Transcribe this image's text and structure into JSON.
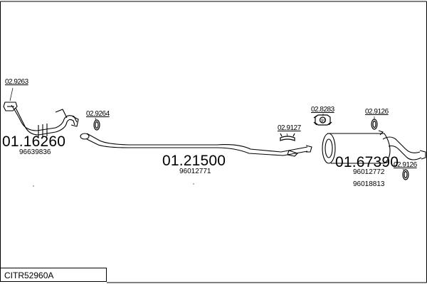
{
  "diagram_code": "CITR52960A",
  "parts": {
    "front_pipe": {
      "number": "01.16260",
      "oem": "96639836"
    },
    "middle_pipe": {
      "number": "01.21500",
      "oem": "96012771"
    },
    "rear_silencer": {
      "number": "01.67390",
      "oem": [
        "96012772",
        "96018813"
      ]
    }
  },
  "accessories": {
    "front_gasket": "02.9263",
    "ring_front": "02.9264",
    "clamp_middle": "02.9127",
    "bracket_rear": "02.8283",
    "ring_rear_top": "02.9126",
    "ring_rear_bottom": "02.9126"
  },
  "colors": {
    "line": "#000000",
    "background": "#ffffff"
  }
}
